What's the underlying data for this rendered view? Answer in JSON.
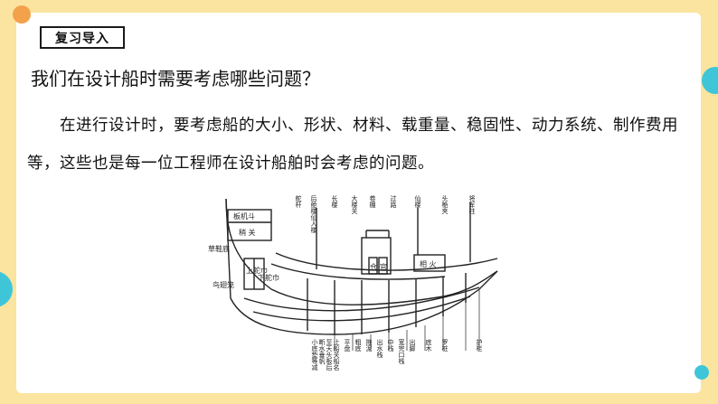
{
  "section_tag": "复习导入",
  "question": "我们在设计船时需要考虑哪些问题？",
  "paragraph": "在进行设计时，要考虑船的大小、形状、材料、载重量、稳固性、动力系统、制作费用等，这些也是每一位工程师在设计船舶时会考虑的问题。",
  "diagram": {
    "labels": {
      "stern_box_top": "板机斗",
      "stern_box_mid": "稍 关",
      "left_side_1": "草鞋底",
      "left_side_2": "鸟翅笼",
      "cabin_left": "仓",
      "cabin_right": "官",
      "cabin_box": "相 火",
      "rudder_1": "上舵巾",
      "rudder_2": "下舵巾",
      "top_labels": [
        "舵杆",
        "后舱楼仙人楼",
        "长楼",
        "大楼关",
        "卷棚",
        "过路",
        "仙楼",
        "头桅夹",
        "将军柱"
      ],
      "bottom_labels": [
        "小底垫等减",
        "断水垂帆",
        "至天头板后柱",
        "止船关船名",
        "平盘",
        "粗底",
        "拖泥",
        "出水栈",
        "中栈",
        "宽完口栈",
        "出脚",
        "底木",
        "罗桩",
        "护栏"
      ]
    }
  },
  "colors": {
    "background": "#fbe49f",
    "card": "#ffffff",
    "accent_teal": "#3ec6d8",
    "accent_orange": "#f3a24b"
  }
}
